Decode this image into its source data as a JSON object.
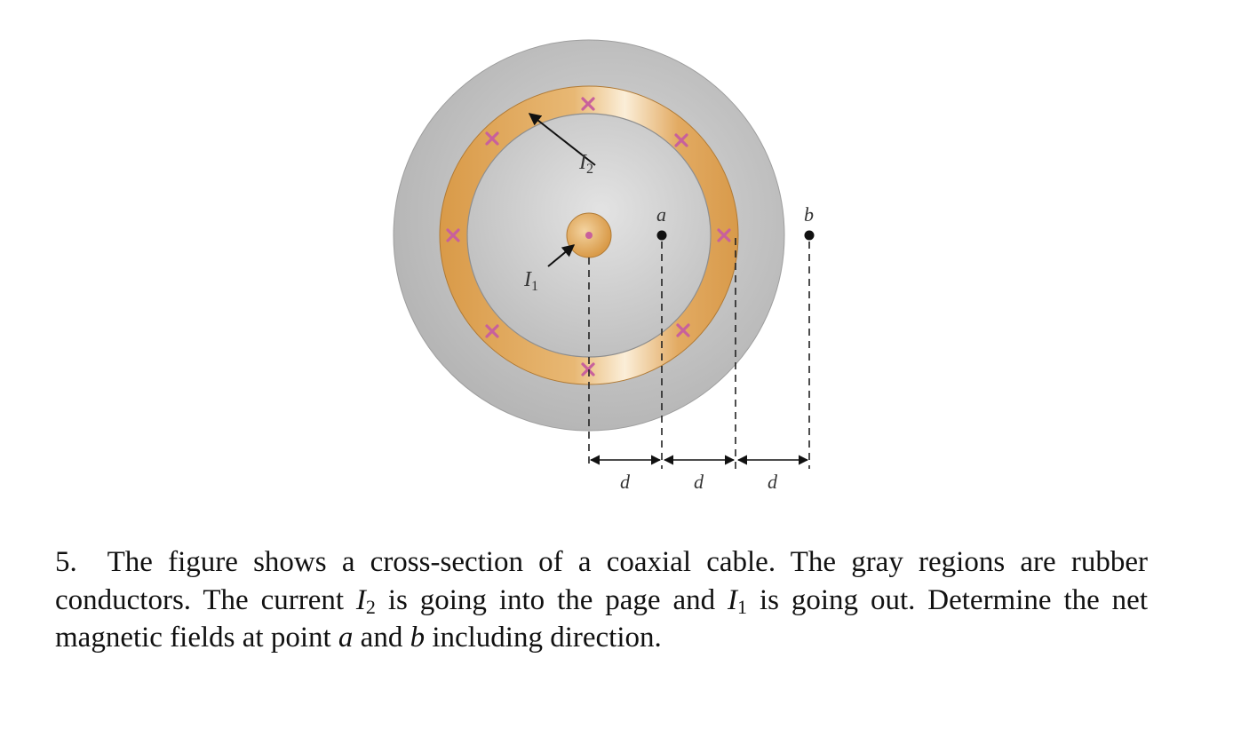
{
  "figure": {
    "labels": {
      "inner_current": "I",
      "inner_current_sub": "1",
      "outer_current": "I",
      "outer_current_sub": "2",
      "point_a": "a",
      "point_b": "b",
      "spacing_1": "d",
      "spacing_2": "d",
      "spacing_3": "d"
    },
    "colors": {
      "outer_rubber": "#c2c2c2",
      "inner_rubber": "#cfcfcf",
      "copper": "#dea657",
      "current_marker": "#c8609c"
    }
  },
  "problem": {
    "number": "5.",
    "part1": "The figure shows a cross-section of a coaxial cable. The gray regions are rubber conductors. The current ",
    "i2": "I",
    "i2_sub": "2",
    "part2": " is going into the page and ",
    "i1": "I",
    "i1_sub": "1",
    "part3": " is going out. Determine the net magnetic fields at point ",
    "point_a": "a",
    "part4": " and ",
    "point_b": "b",
    "part5": " including direction."
  }
}
